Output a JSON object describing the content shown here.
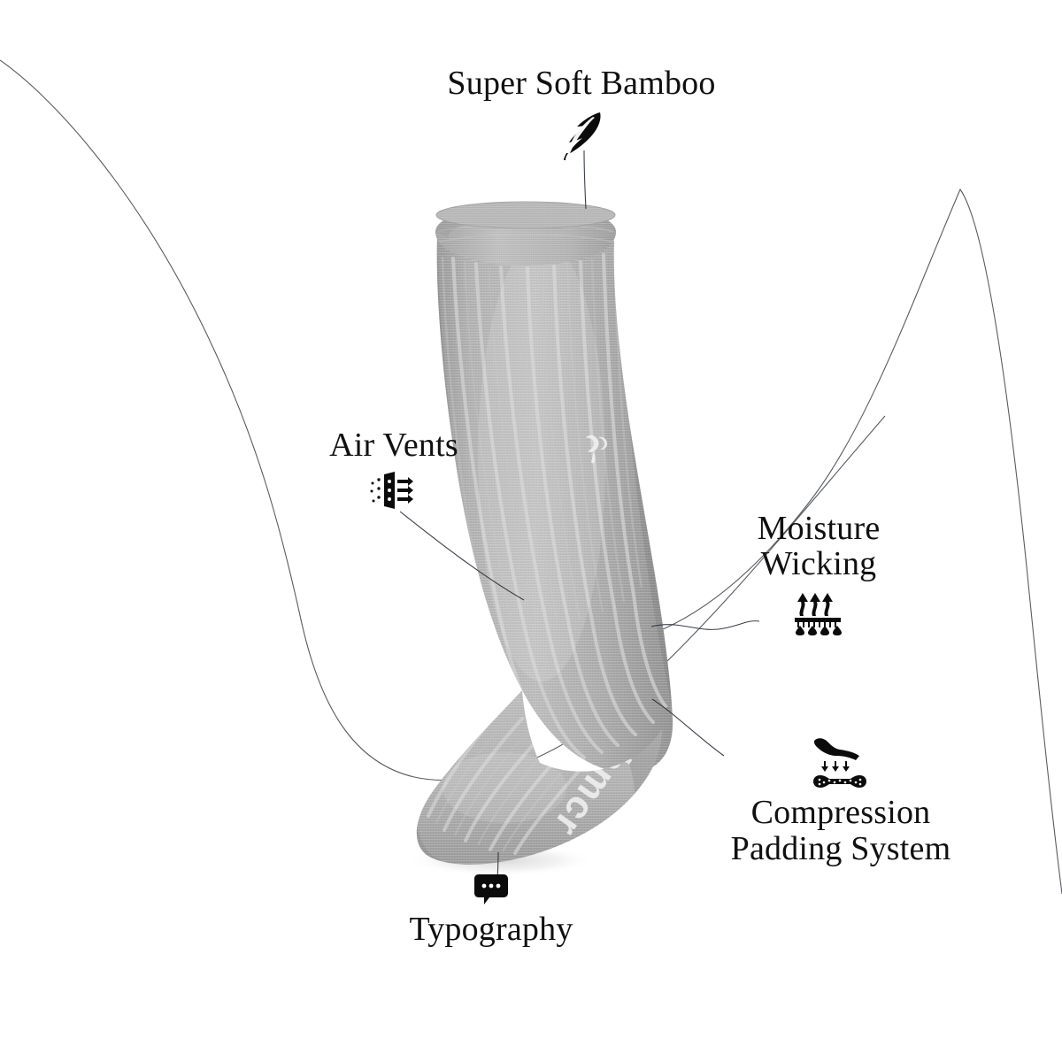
{
  "page": {
    "background_color": "#ffffff",
    "text_color": "#101010",
    "accent_line_color": "#2f3640"
  },
  "product": {
    "name": "ribbed crew sock",
    "base_color": "#a9a9a9",
    "rib_highlight_color": "#c9c9c9",
    "shadow_color": "#d8d8d8",
    "logo_color": "#f2f2f2",
    "foot_text_color": "#efefef"
  },
  "callouts": [
    {
      "id": "bamboo",
      "label": "Super Soft Bamboo",
      "icon": "feather-icon",
      "icon_position": "below",
      "connector": "line-down-to-cuff"
    },
    {
      "id": "airvents",
      "label": "Air Vents",
      "icon": "air-vent-panel-icon",
      "icon_position": "below",
      "connector": "line-down-right-to-shin"
    },
    {
      "id": "moisture",
      "label": "Moisture\nWicking",
      "icon": "moisture-wicking-icon",
      "icon_position": "below",
      "connector": "wavy-line-left-to-ankle"
    },
    {
      "id": "compression",
      "label": "Compression\nPadding System",
      "icon": "compression-padding-icon",
      "icon_position": "above",
      "connector": "line-up-left-to-heel"
    },
    {
      "id": "typography",
      "label": "Typography",
      "icon": "speech-bubble-dots-icon",
      "icon_position": "above",
      "connector": "line-up-to-toe"
    }
  ]
}
